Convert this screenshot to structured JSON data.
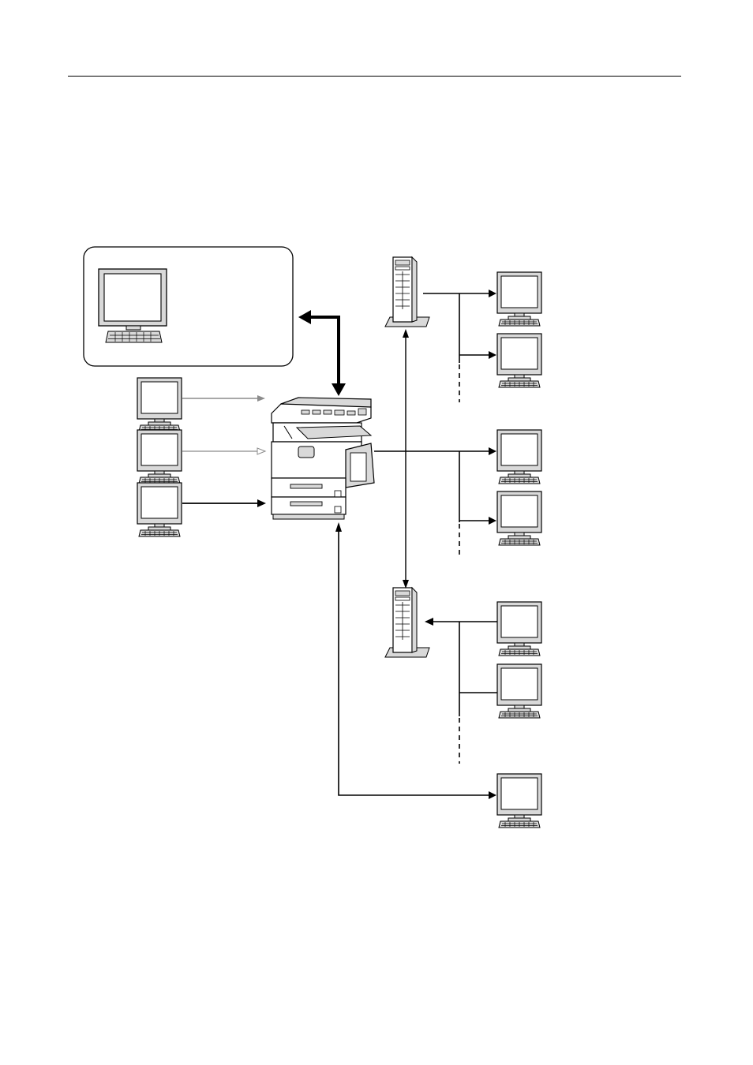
{
  "page": {
    "header_rule": true,
    "background": "#ffffff"
  },
  "diagram": {
    "type": "network-connection-diagram",
    "description_text": [],
    "colors": {
      "line": "#000000",
      "gray_line": "#8c8c8c",
      "device_fill": "#d9d9d9",
      "screen_fill": "#ffffff",
      "panel_fill": "#ffffff"
    },
    "nodes": [
      {
        "name": "admin-panel-computer",
        "icon": "monitor-icon"
      },
      {
        "name": "local-pc-1",
        "icon": "monitor-icon"
      },
      {
        "name": "local-pc-2",
        "icon": "monitor-icon"
      },
      {
        "name": "local-pc-3",
        "icon": "monitor-icon"
      },
      {
        "name": "copier",
        "icon": "multifunction-printer-icon"
      },
      {
        "name": "server-top",
        "icon": "tower-server-icon"
      },
      {
        "name": "server-bottom",
        "icon": "tower-server-icon"
      },
      {
        "name": "client-pc-a1",
        "icon": "monitor-icon"
      },
      {
        "name": "client-pc-a2",
        "icon": "monitor-icon"
      },
      {
        "name": "client-pc-b1",
        "icon": "monitor-icon"
      },
      {
        "name": "client-pc-b2",
        "icon": "monitor-icon"
      },
      {
        "name": "client-pc-c1",
        "icon": "monitor-icon"
      },
      {
        "name": "client-pc-c2",
        "icon": "monitor-icon"
      },
      {
        "name": "client-pc-d1",
        "icon": "monitor-icon"
      }
    ]
  }
}
